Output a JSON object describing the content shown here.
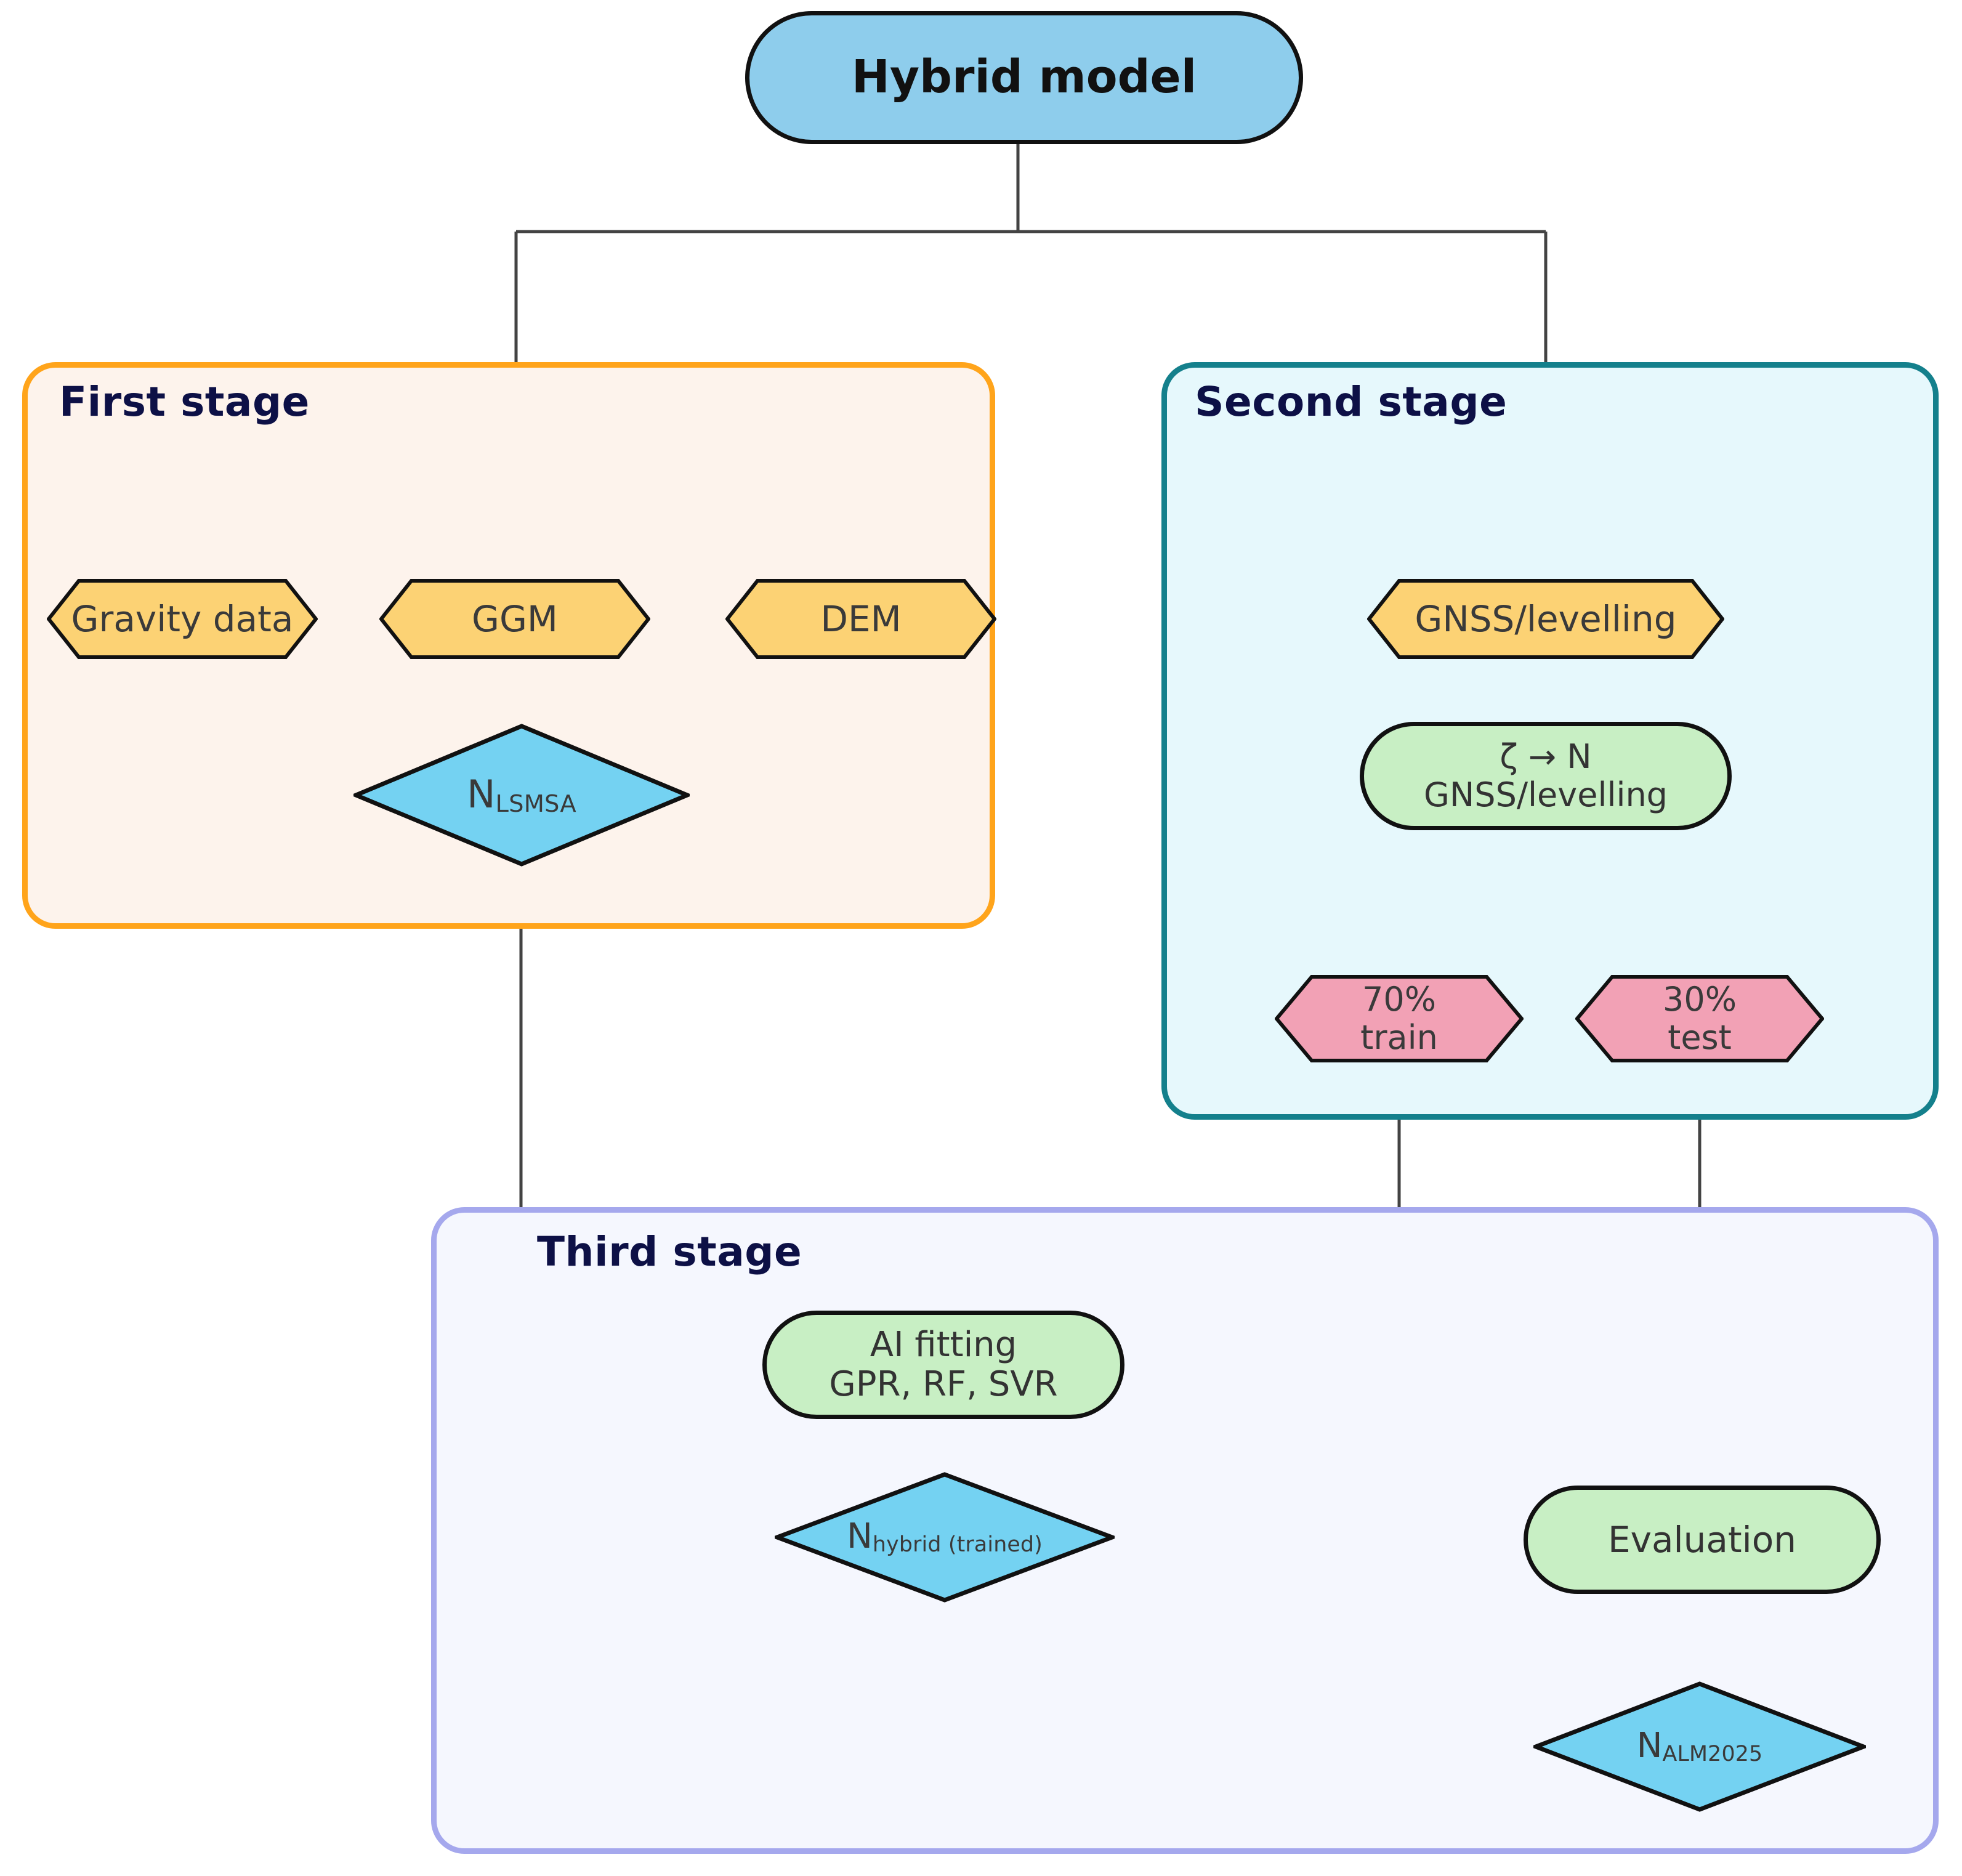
{
  "diagram": {
    "title": "Hybrid model",
    "root": {
      "label": "Hybrid model",
      "shape": "rounded-rect",
      "fill": "#8ecdec",
      "stroke": "#111111"
    },
    "stages": [
      {
        "id": "first",
        "title": "First stage",
        "border_color": "#FFA41B",
        "fill_color": "#FDF3EC",
        "title_color": "#0d1046"
      },
      {
        "id": "second",
        "title": "Second stage",
        "border_color": "#14808C",
        "fill_color": "#E6F8FC",
        "title_color": "#0d1046"
      },
      {
        "id": "third",
        "title": "Third stage",
        "border_color": "#A5A8ED",
        "fill_color": "#F5F7FE",
        "title_color": "#0d1046"
      }
    ],
    "nodes": [
      {
        "id": "gravity",
        "label": "Gravity data",
        "shape": "hexagon",
        "fill": "#FCD274",
        "stage": "first"
      },
      {
        "id": "ggm",
        "label": "GGM",
        "shape": "hexagon",
        "fill": "#FCD274",
        "stage": "first"
      },
      {
        "id": "dem",
        "label": "DEM",
        "shape": "hexagon",
        "fill": "#FCD274",
        "stage": "first"
      },
      {
        "id": "nlsmsa",
        "label": "N",
        "sub": "LSMSA",
        "shape": "diamond",
        "fill": "#74D2F2",
        "stage": "first"
      },
      {
        "id": "gnsslev",
        "label": "GNSS/levelling",
        "shape": "hexagon",
        "fill": "#FCD274",
        "stage": "second"
      },
      {
        "id": "zeta2n",
        "line1": "ζ → N",
        "line2": "GNSS/levelling",
        "shape": "rounded-rect",
        "fill": "#C8EFC4",
        "stage": "second"
      },
      {
        "id": "train70",
        "line1": "70%",
        "line2": "train",
        "shape": "hexagon",
        "fill": "#F2A1B5",
        "stage": "second"
      },
      {
        "id": "test30",
        "line1": "30%",
        "line2": "test",
        "shape": "hexagon",
        "fill": "#F2A1B5",
        "stage": "second"
      },
      {
        "id": "aifit",
        "line1": "AI fitting",
        "line2": "GPR, RF, SVR",
        "shape": "rounded-rect",
        "fill": "#C8EFC4",
        "stage": "third"
      },
      {
        "id": "nhybrid",
        "label": "N",
        "sub": "hybrid (trained)",
        "shape": "diamond",
        "fill": "#74D2F2",
        "stage": "third"
      },
      {
        "id": "evaluation",
        "label": "Evaluation",
        "shape": "rounded-rect",
        "fill": "#C8EFC4",
        "stage": "third"
      },
      {
        "id": "nalm",
        "label": "N",
        "sub": "ALM2025",
        "shape": "diamond",
        "fill": "#74D2F2",
        "stage": "third"
      }
    ],
    "edges": [
      {
        "from": "root",
        "to": "ggm",
        "style": "solid",
        "note": "fork left into First stage"
      },
      {
        "from": "root",
        "to": "gnsslev",
        "style": "solid",
        "note": "fork right into Second stage"
      },
      {
        "from": "ggm-bus",
        "to": "gravity",
        "style": "solid"
      },
      {
        "from": "ggm-bus",
        "to": "dem",
        "style": "solid"
      },
      {
        "from": "gravity",
        "to": "nlsmsa",
        "style": "dashed"
      },
      {
        "from": "ggm",
        "to": "nlsmsa",
        "style": "dashed"
      },
      {
        "from": "dem",
        "to": "nlsmsa",
        "style": "dashed"
      },
      {
        "from": "gnsslev",
        "to": "zeta2n",
        "style": "solid"
      },
      {
        "from": "zeta2n",
        "to": "train70",
        "style": "solid"
      },
      {
        "from": "zeta2n",
        "to": "test30",
        "style": "solid"
      },
      {
        "from": "nlsmsa",
        "to": "aifit",
        "style": "solid"
      },
      {
        "from": "train70",
        "to": "aifit",
        "style": "solid"
      },
      {
        "from": "aifit",
        "to": "nhybrid",
        "style": "solid"
      },
      {
        "from": "nhybrid",
        "to": "evaluation",
        "style": "solid"
      },
      {
        "from": "test30",
        "to": "evaluation",
        "style": "solid"
      },
      {
        "from": "evaluation",
        "to": "nalm",
        "style": "solid"
      }
    ],
    "colors": {
      "edge": "#434343",
      "node_text": "#3a3a3a",
      "stage_title": "#0d1046",
      "hex_fill_orange": "#FCD274",
      "hex_fill_pink": "#F2A1B5",
      "rounded_fill_green": "#C8EFC4",
      "diamond_fill_blue": "#74D2F2",
      "root_fill_blue": "#8ecdec"
    }
  }
}
